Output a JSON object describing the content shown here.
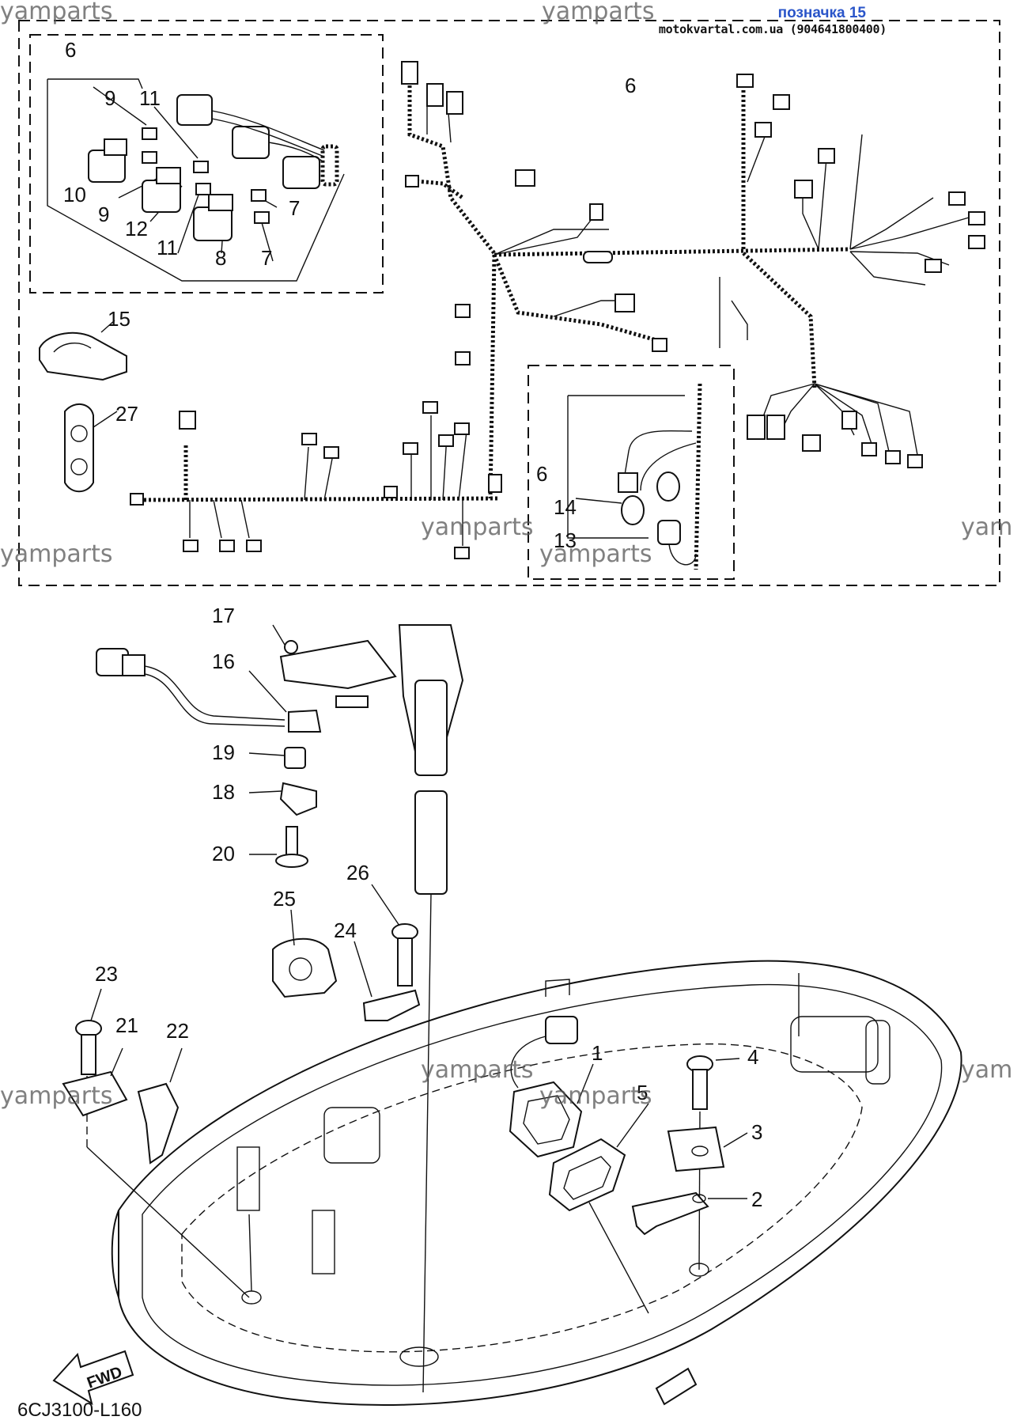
{
  "header": {
    "tag": "позначка 15",
    "site": "motokvartal.com.ua (904641800400)"
  },
  "watermark": "yamparts",
  "watermark_partial": "yam",
  "diagram_code": "6CJ3100-L160",
  "fwd_label": "FWD",
  "callouts": {
    "c1": "1",
    "c2": "2",
    "c3": "3",
    "c4": "4",
    "c5": "5",
    "c6": "6",
    "c7": "7",
    "c8": "8",
    "c9": "9",
    "c10": "10",
    "c11": "11",
    "c12": "12",
    "c13": "13",
    "c14": "14",
    "c15": "15",
    "c16": "16",
    "c17": "17",
    "c18": "18",
    "c19": "19",
    "c20": "20",
    "c21": "21",
    "c22": "22",
    "c23": "23",
    "c24": "24",
    "c25": "25",
    "c26": "26",
    "c27": "27"
  }
}
